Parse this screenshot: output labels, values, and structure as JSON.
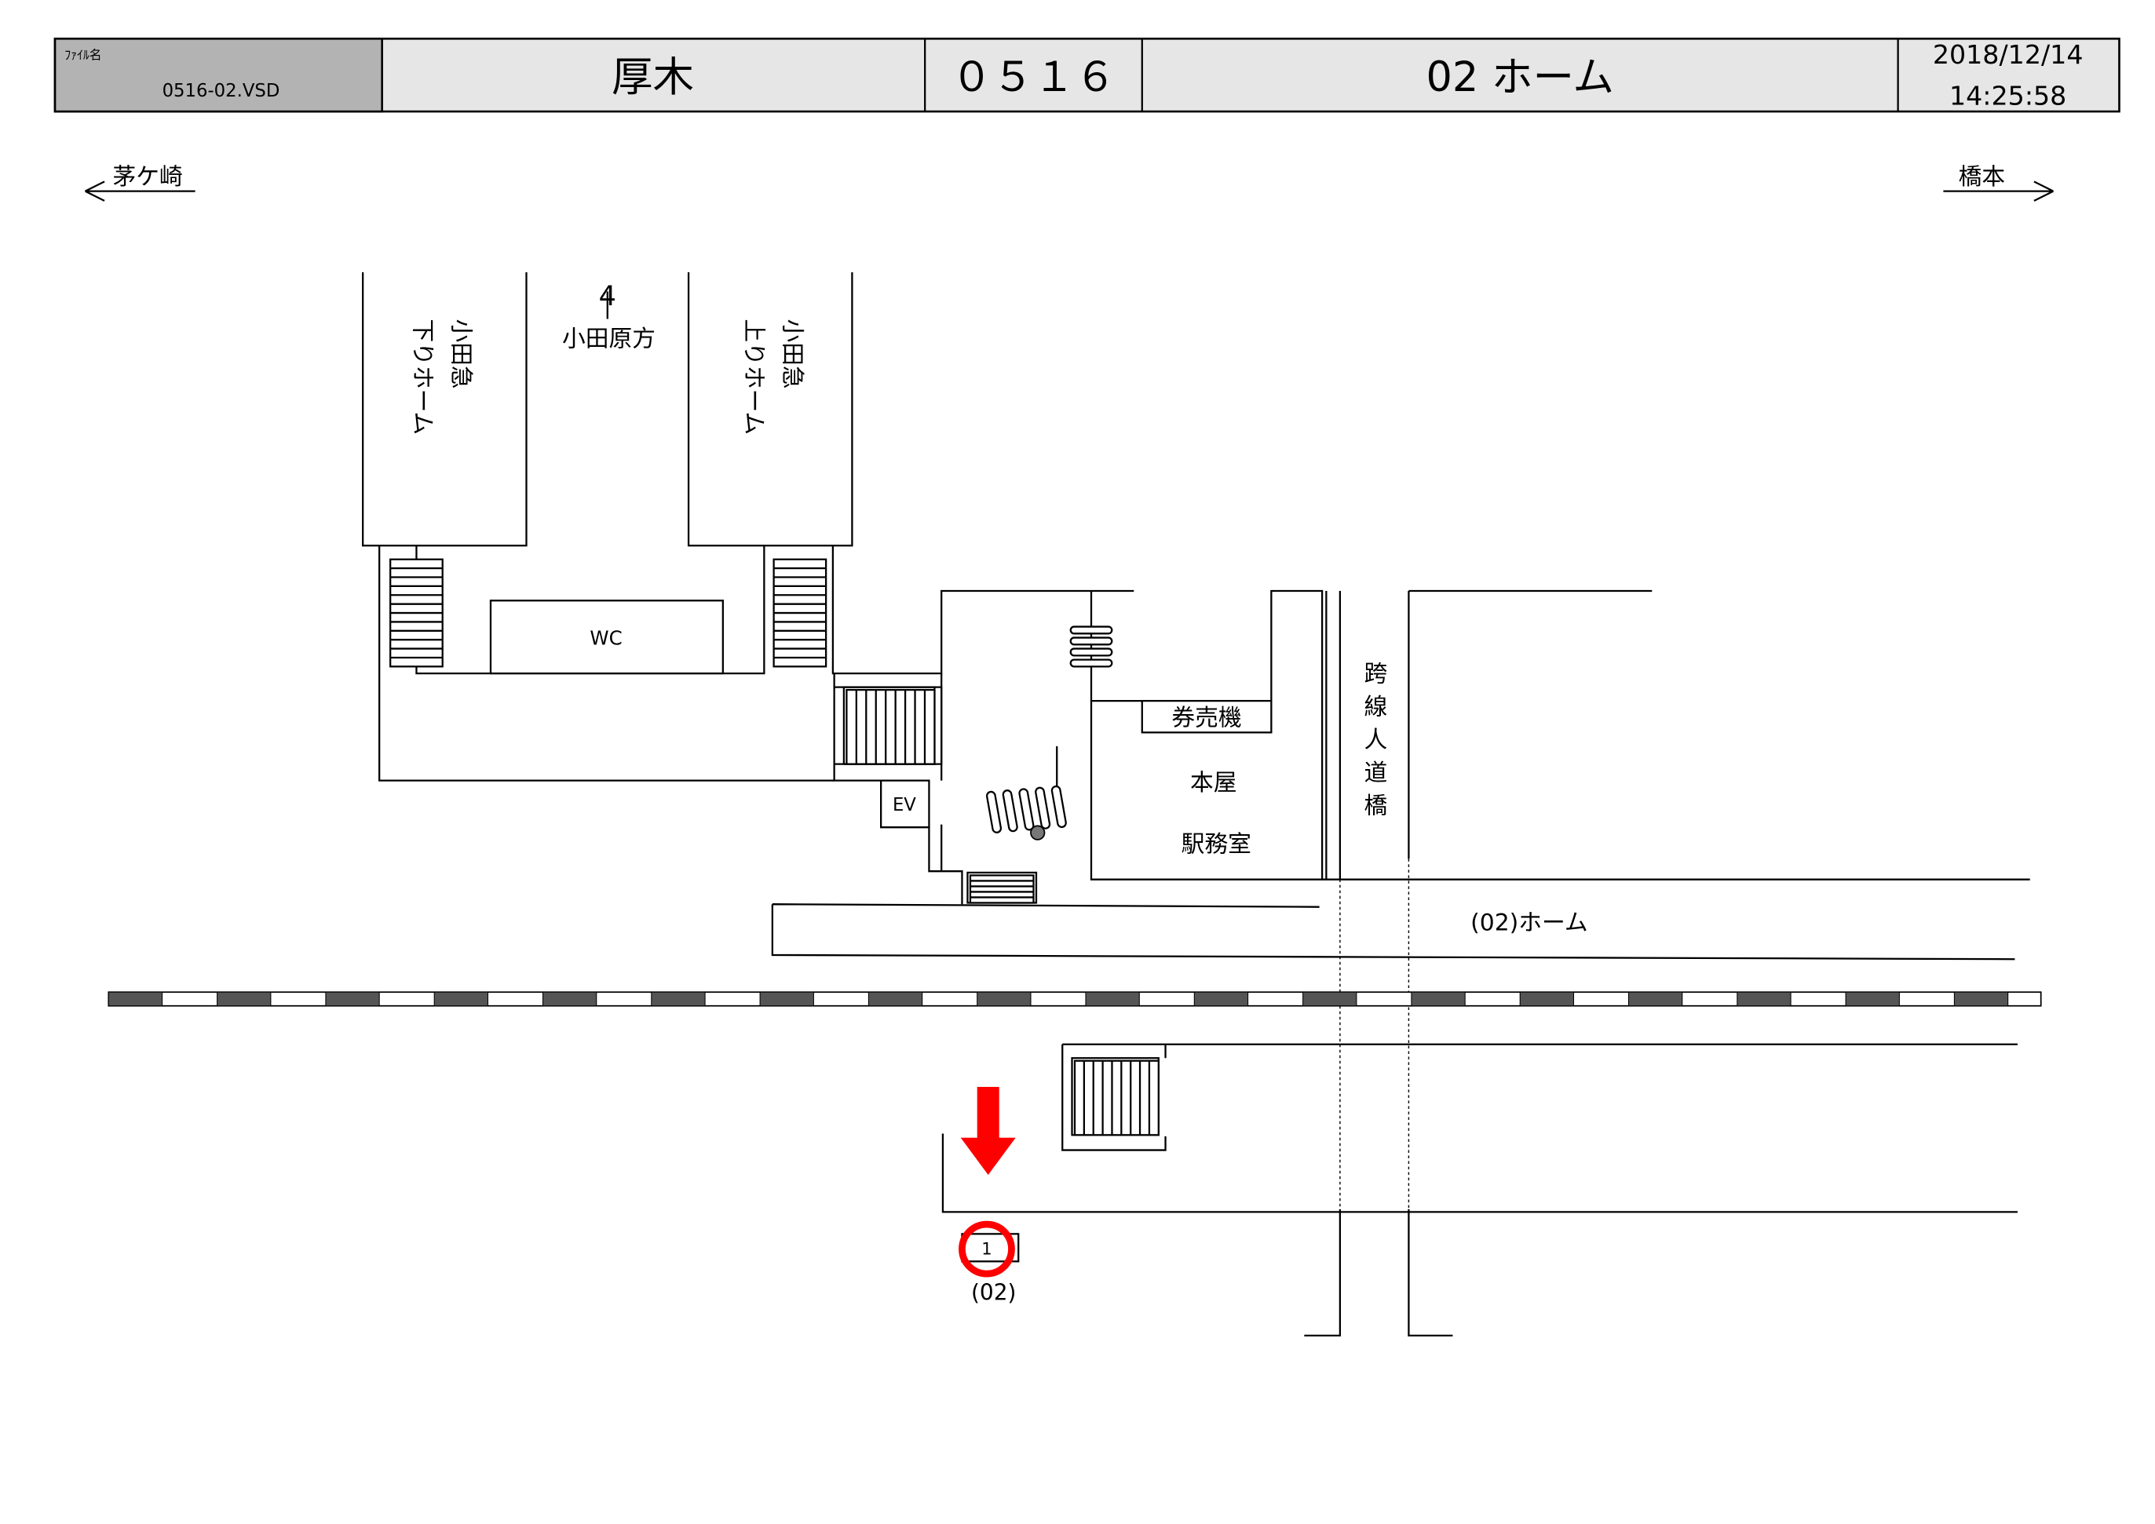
{
  "header": {
    "file_label": "ﾌｧｲﾙ名",
    "file_name": "0516-02.VSD",
    "station": "厚木",
    "code": "０５１６",
    "place": "02 ホーム",
    "date": "2018/12/14",
    "time": "14:25:58"
  },
  "directions": {
    "left": "茅ケ崎",
    "right": "橋本"
  },
  "labels": {
    "odakyu_down": [
      "小田急",
      "下りホーム"
    ],
    "odakyu_up": [
      "小田急",
      "上りホーム"
    ],
    "odawara_arrow": "4",
    "odawara": "小田原方",
    "wc": "WC",
    "ev": "EV",
    "ticket_machine": "券売機",
    "main_building": "本屋",
    "station_office": "駅務室",
    "footbridge": [
      "跨",
      "線",
      "人",
      "道",
      "橋"
    ],
    "platform": "(02)ホーム",
    "marker_number": "1",
    "marker_label": "(02)"
  },
  "colors": {
    "header_fill": "#e6e6e6",
    "file_cell": "#b3b3b3",
    "highlight": "#ff0000"
  }
}
